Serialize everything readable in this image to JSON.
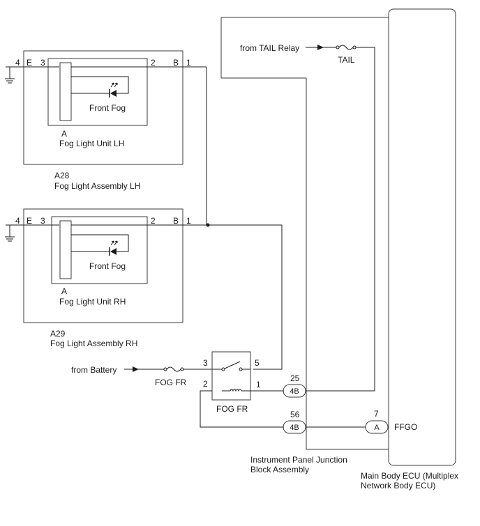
{
  "lh": {
    "gnd_pin": "4",
    "gnd_lbl": "E",
    "pin3": "3",
    "pin2": "2",
    "b_lbl": "B",
    "pin1": "1",
    "lamp_label": "Front Fog",
    "unit_conn": "A",
    "unit_name": "Fog Light Unit LH",
    "assy_code": "A28",
    "assy_name": "Fog Light Assembly LH"
  },
  "rh": {
    "gnd_pin": "4",
    "gnd_lbl": "E",
    "pin3": "3",
    "pin2": "2",
    "b_lbl": "B",
    "pin1": "1",
    "lamp_label": "Front Fog",
    "unit_conn": "A",
    "unit_name": "Fog Light Unit RH",
    "assy_code": "A29",
    "assy_name": "Fog Light Assembly RH"
  },
  "tail": {
    "source": "from TAIL Relay",
    "fuse": "TAIL"
  },
  "battery": {
    "source": "from Battery",
    "fuse": "FOG FR"
  },
  "relay": {
    "name": "FOG FR",
    "pin3": "3",
    "pin5": "5",
    "pin2": "2",
    "pin1": "1"
  },
  "jb": {
    "c1_num": "25",
    "c1_conn": "4B",
    "c2_num": "56",
    "c2_conn": "4B",
    "name_l1": "Instrument Panel Junction",
    "name_l2": "Block Assembly"
  },
  "ecu": {
    "pin_num": "7",
    "pin_conn": "A",
    "terminal": "FFGO",
    "name_l1": "Main Body ECU (Multiplex",
    "name_l2": "Network Body ECU)"
  }
}
